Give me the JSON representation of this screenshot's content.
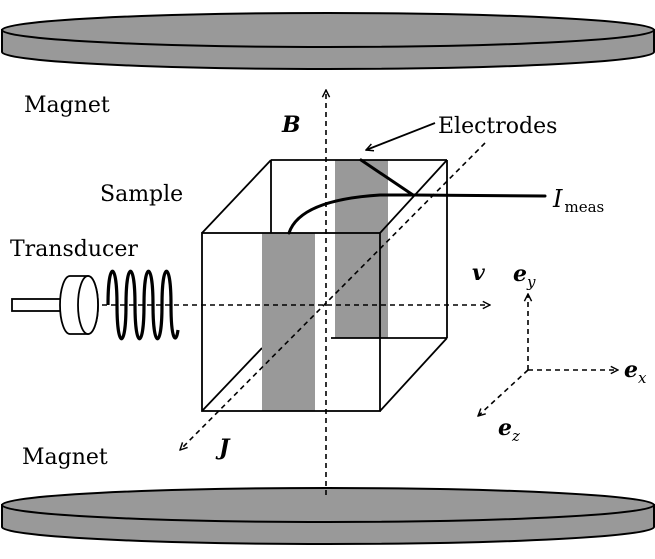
{
  "labels": {
    "magnet_top": "Magnet",
    "magnet_bottom": "Magnet",
    "sample": "Sample",
    "transducer": "Transducer",
    "electrodes": "Electrodes",
    "current_main": "I",
    "current_sub": "meas"
  },
  "vectors": {
    "B": "B",
    "v": "v",
    "J": "J"
  },
  "basis": {
    "e": "e",
    "x": "x",
    "y": "y",
    "z": "z"
  },
  "colors": {
    "magnet_fill": "#999999",
    "electrode_fill": "#999999",
    "stroke": "#000000"
  }
}
